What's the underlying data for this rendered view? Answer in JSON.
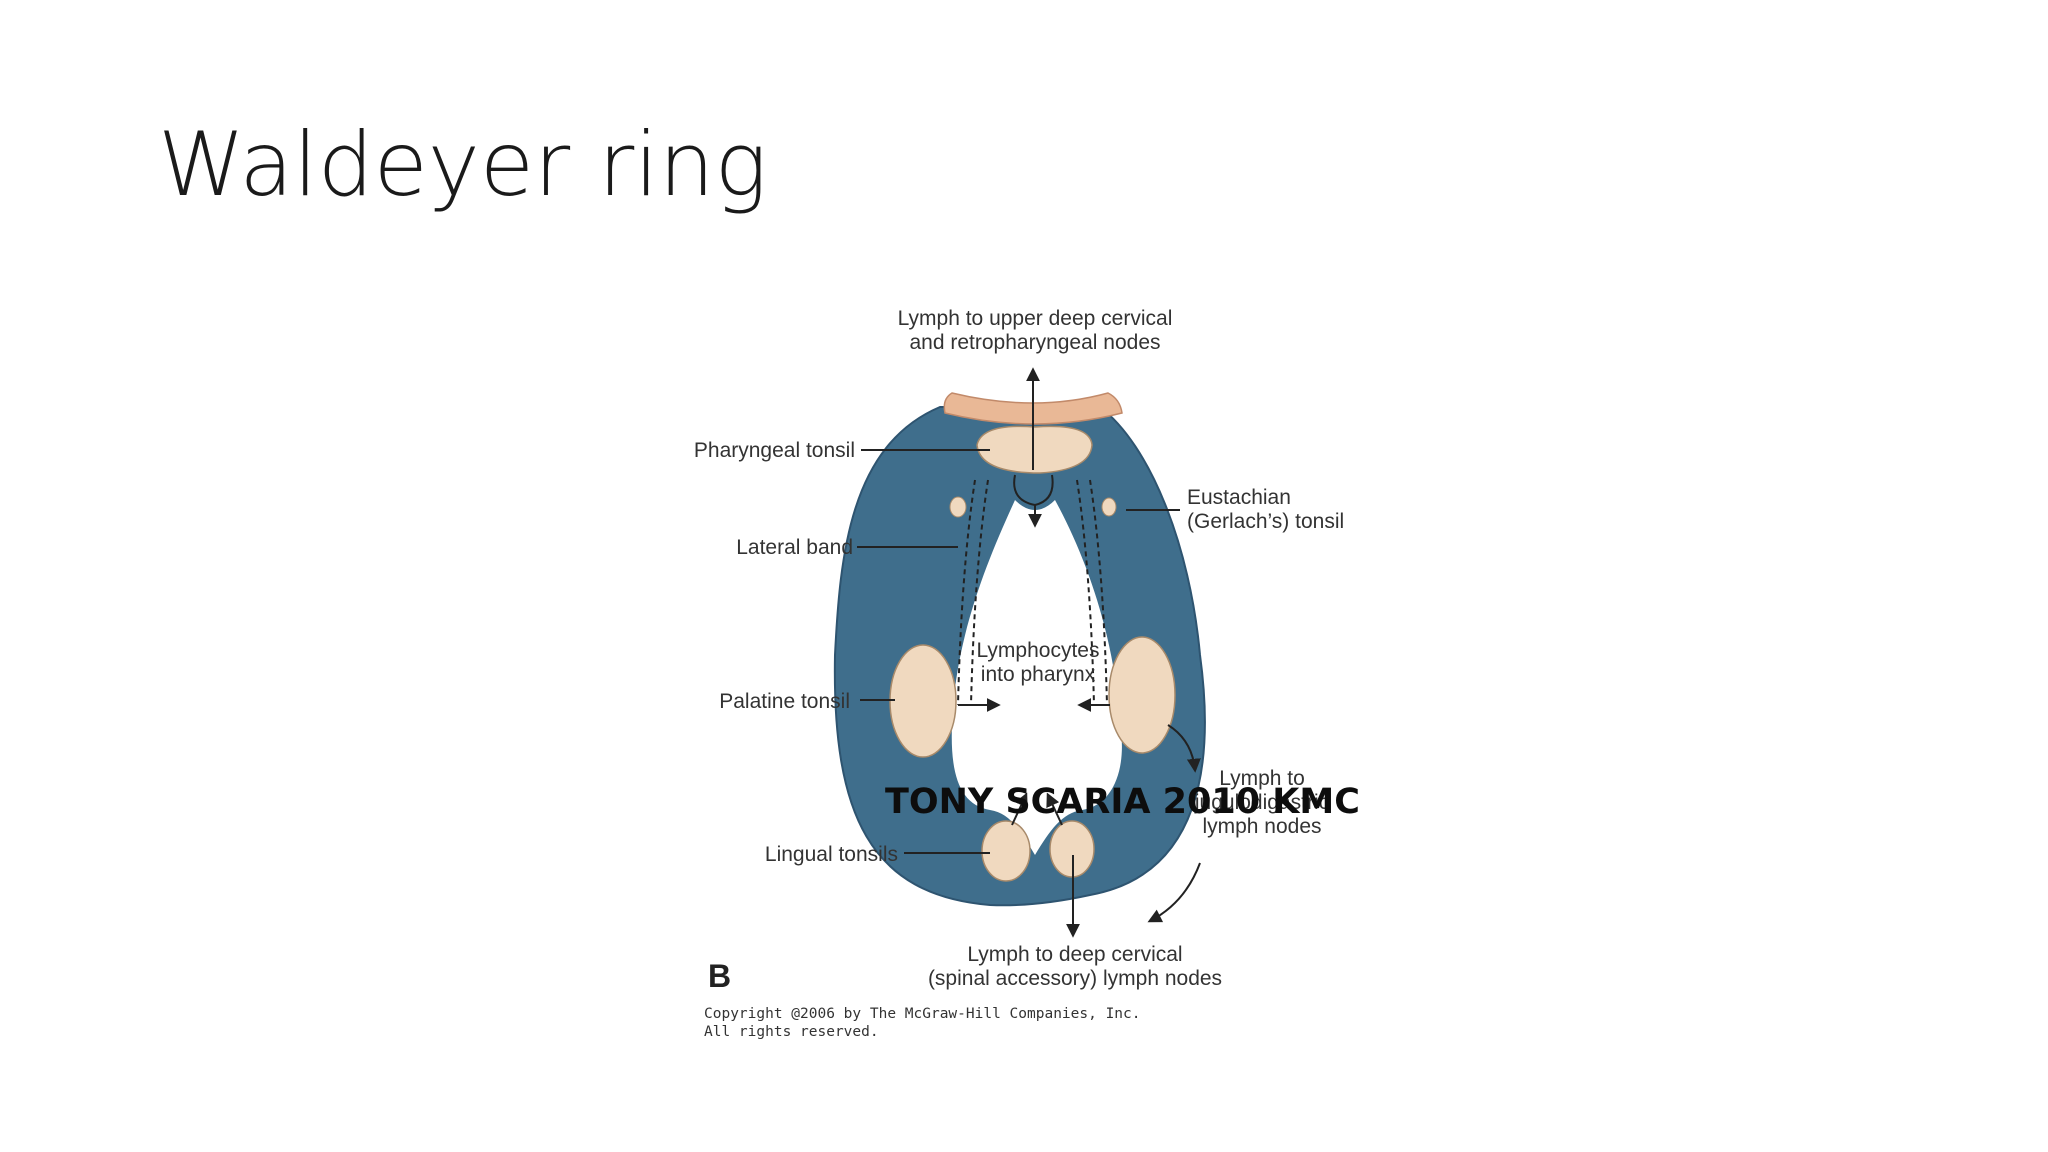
{
  "slide": {
    "title": "Waldeyer ring"
  },
  "diagram": {
    "top_label_1": "Lymph to upper deep cervical",
    "top_label_2": "and retropharyngeal nodes",
    "pharyngeal_tonsil": "Pharyngeal tonsil",
    "lateral_band": "Lateral band",
    "eustachian_1": "Eustachian",
    "eustachian_2": "(Gerlach’s) tonsil",
    "lymphocytes_1": "Lymphocytes",
    "lymphocytes_2": "into pharynx",
    "palatine_tonsil": "Palatine tonsil",
    "jugulo_1": "Lymph to",
    "jugulo_2": "jugulodigastric",
    "jugulo_3": "lymph nodes",
    "lingual_tonsils": "Lingual tonsils",
    "bottom_label_1": "Lymph to deep cervical",
    "bottom_label_2": "(spinal accessory) lymph nodes",
    "figure_letter": "B",
    "copyright_1": "Copyright @2006 by The McGraw-Hill Companies, Inc.",
    "copyright_2": "All rights reserved.",
    "watermark": "TONY SCARIA 2010 KMC",
    "colors": {
      "ring": "#3f6e8c",
      "ring_edge": "#2e5470",
      "tonsil": "#f0d9bf",
      "roof": "#e9b896"
    }
  }
}
